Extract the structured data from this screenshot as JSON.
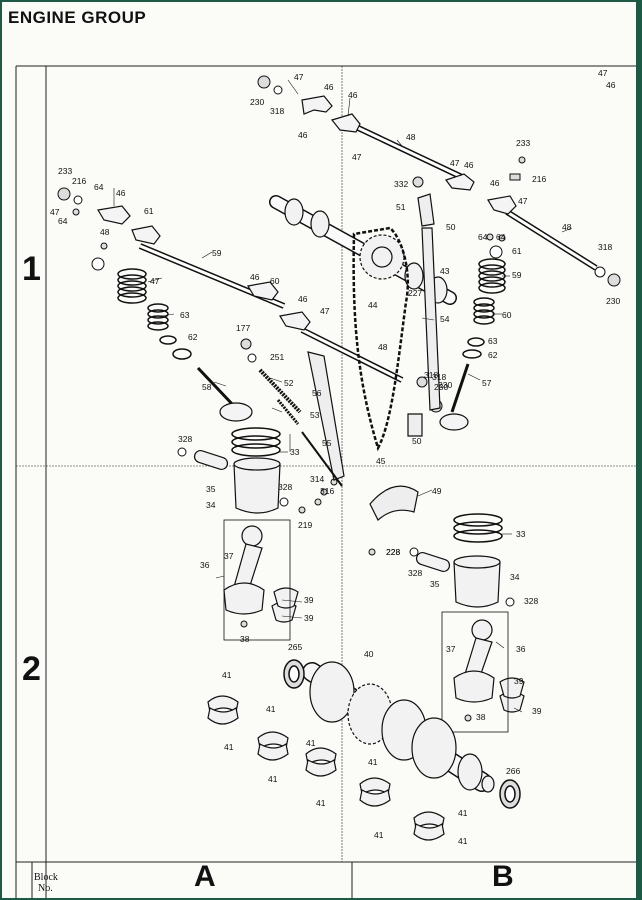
{
  "title": "ENGINE GROUP",
  "rows": [
    "1",
    "2"
  ],
  "columns": [
    "A",
    "B"
  ],
  "block_label_line1": "Block",
  "block_label_line2": "No.",
  "callouts": [
    {
      "name": "part-230-a",
      "text": "230"
    },
    {
      "name": "part-318-a",
      "text": "318"
    },
    {
      "name": "part-47-a",
      "text": "47"
    },
    {
      "name": "part-46-a",
      "text": "46"
    },
    {
      "name": "part-46-b",
      "text": "46"
    },
    {
      "name": "part-46-c",
      "text": "46"
    },
    {
      "name": "part-47-b",
      "text": "47"
    },
    {
      "name": "part-48-a",
      "text": "48"
    },
    {
      "name": "part-233-a",
      "text": "233"
    },
    {
      "name": "part-216-a",
      "text": "216"
    },
    {
      "name": "part-47-c",
      "text": "47"
    },
    {
      "name": "part-46-d",
      "text": "46"
    },
    {
      "name": "part-332",
      "text": "332"
    },
    {
      "name": "part-46-e",
      "text": "46"
    },
    {
      "name": "part-51",
      "text": "51"
    },
    {
      "name": "part-50-a",
      "text": "50"
    },
    {
      "name": "part-47-d",
      "text": "47"
    },
    {
      "name": "part-48-b",
      "text": "48"
    },
    {
      "name": "part-230-b",
      "text": "230"
    },
    {
      "name": "part-318-b",
      "text": "318"
    },
    {
      "name": "part-47-e",
      "text": "47"
    },
    {
      "name": "part-46-f",
      "text": "46"
    },
    {
      "name": "part-233-b",
      "text": "233"
    },
    {
      "name": "part-216-b",
      "text": "216"
    },
    {
      "name": "part-64-a",
      "text": "64"
    },
    {
      "name": "part-46-g",
      "text": "46"
    },
    {
      "name": "part-47-f",
      "text": "47"
    },
    {
      "name": "part-64-b",
      "text": "64"
    },
    {
      "name": "part-61-a",
      "text": "61"
    },
    {
      "name": "part-48-c",
      "text": "48"
    },
    {
      "name": "part-59-a",
      "text": "59"
    },
    {
      "name": "part-47-g",
      "text": "47"
    },
    {
      "name": "part-46-h",
      "text": "46"
    },
    {
      "name": "part-60-a",
      "text": "60"
    },
    {
      "name": "part-63-a",
      "text": "63"
    },
    {
      "name": "part-62-a",
      "text": "62"
    },
    {
      "name": "part-58",
      "text": "58"
    },
    {
      "name": "part-177",
      "text": "177"
    },
    {
      "name": "part-46-i",
      "text": "46"
    },
    {
      "name": "part-47-h",
      "text": "47"
    },
    {
      "name": "part-251",
      "text": "251"
    },
    {
      "name": "part-52",
      "text": "52"
    },
    {
      "name": "part-53",
      "text": "53"
    },
    {
      "name": "part-56",
      "text": "56"
    },
    {
      "name": "part-55",
      "text": "55"
    },
    {
      "name": "part-44",
      "text": "44"
    },
    {
      "name": "part-43",
      "text": "43"
    },
    {
      "name": "part-227",
      "text": "227"
    },
    {
      "name": "part-54",
      "text": "54"
    },
    {
      "name": "part-48-d",
      "text": "48"
    },
    {
      "name": "part-45",
      "text": "45"
    },
    {
      "name": "part-318-c",
      "text": "318"
    },
    {
      "name": "part-230-c",
      "text": "230"
    },
    {
      "name": "part-50-b",
      "text": "50"
    },
    {
      "name": "part-64-c",
      "text": "64"
    },
    {
      "name": "part-64-d",
      "text": "64"
    },
    {
      "name": "part-61-b",
      "text": "61"
    },
    {
      "name": "part-59-b",
      "text": "59"
    },
    {
      "name": "part-60-b",
      "text": "60"
    },
    {
      "name": "part-63-b",
      "text": "63"
    },
    {
      "name": "part-62-b",
      "text": "62"
    },
    {
      "name": "part-57",
      "text": "57"
    },
    {
      "name": "part-318-d",
      "text": "318"
    },
    {
      "name": "part-230-d",
      "text": "230"
    },
    {
      "name": "part-328-a",
      "text": "328"
    },
    {
      "name": "part-33-a",
      "text": "33"
    },
    {
      "name": "part-35-a",
      "text": "35"
    },
    {
      "name": "part-34-a",
      "text": "34"
    },
    {
      "name": "part-328-b",
      "text": "328"
    },
    {
      "name": "part-228-a",
      "text": "228"
    },
    {
      "name": "part-314",
      "text": "314"
    },
    {
      "name": "part-316",
      "text": "316"
    },
    {
      "name": "part-219",
      "text": "219"
    },
    {
      "name": "part-49",
      "text": "49"
    },
    {
      "name": "part-36-a",
      "text": "36"
    },
    {
      "name": "part-37-a",
      "text": "37"
    },
    {
      "name": "part-39-a",
      "text": "39"
    },
    {
      "name": "part-39-b",
      "text": "39"
    },
    {
      "name": "part-38-a",
      "text": "38"
    },
    {
      "name": "part-228-b",
      "text": "228"
    },
    {
      "name": "part-33-b",
      "text": "33"
    },
    {
      "name": "part-328-c",
      "text": "328"
    },
    {
      "name": "part-35-b",
      "text": "35"
    },
    {
      "name": "part-34-b",
      "text": "34"
    },
    {
      "name": "part-328-d",
      "text": "328"
    },
    {
      "name": "part-265",
      "text": "265"
    },
    {
      "name": "part-40",
      "text": "40"
    },
    {
      "name": "part-37-b",
      "text": "37"
    },
    {
      "name": "part-36-b",
      "text": "36"
    },
    {
      "name": "part-39-c",
      "text": "39"
    },
    {
      "name": "part-38-b",
      "text": "38"
    },
    {
      "name": "part-39-d",
      "text": "39"
    },
    {
      "name": "part-41-a",
      "text": "41"
    },
    {
      "name": "part-41-b",
      "text": "41"
    },
    {
      "name": "part-41-c",
      "text": "41"
    },
    {
      "name": "part-41-d",
      "text": "41"
    },
    {
      "name": "part-41-e",
      "text": "41"
    },
    {
      "name": "part-41-f",
      "text": "41"
    },
    {
      "name": "part-41-g",
      "text": "41"
    },
    {
      "name": "part-41-h",
      "text": "41"
    },
    {
      "name": "part-41-i",
      "text": "41"
    },
    {
      "name": "part-41-j",
      "text": "41"
    },
    {
      "name": "part-266",
      "text": "266"
    }
  ]
}
